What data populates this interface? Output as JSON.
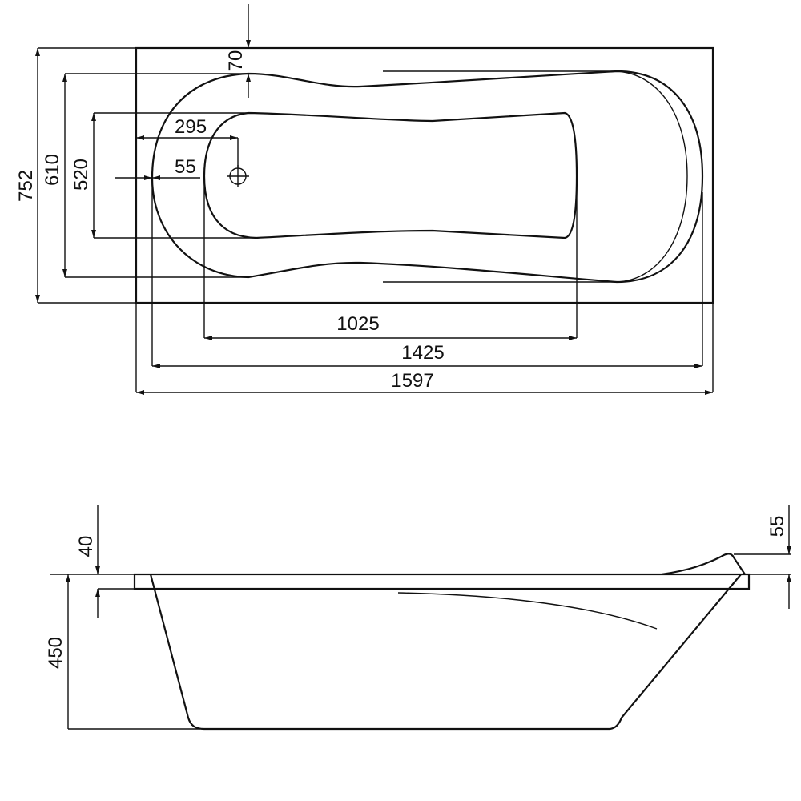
{
  "top_view": {
    "dimensions": {
      "overall_width": "752",
      "rim_inner_width": "610",
      "basin_width": "520",
      "rim_offset": "70",
      "drain_from_edge": "295",
      "drain_offset": "55",
      "basin_length": "1025",
      "inner_length": "1425",
      "overall_length": "1597"
    }
  },
  "side_view": {
    "dimensions": {
      "rim_thickness": "40",
      "height": "450",
      "headrest_height": "55"
    }
  }
}
